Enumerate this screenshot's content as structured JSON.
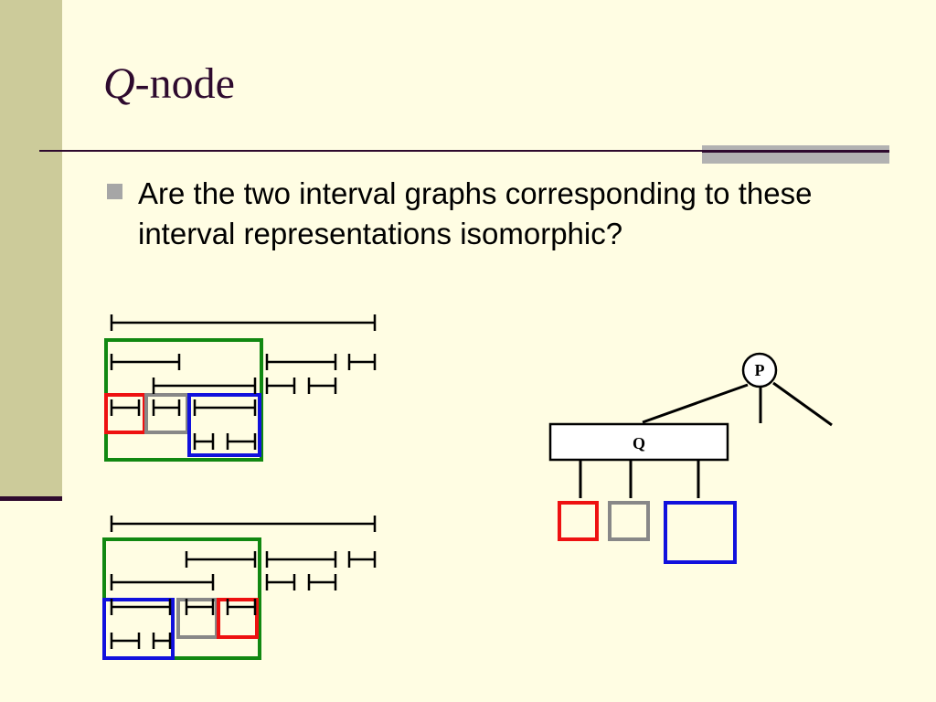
{
  "slide": {
    "title_italic": "Q",
    "title_rest": "-node",
    "bullet_text": "Are the two interval graphs corresponding to these interval representations isomorphic?"
  },
  "tree": {
    "root_label": "P",
    "q_node_label": "Q"
  },
  "colors": {
    "background": "#FFFDE3",
    "band": "#CCCB9A",
    "title": "#2E0A2E",
    "green": "#118811",
    "red": "#EE1111",
    "gray": "#888888",
    "blue": "#1111DD"
  }
}
